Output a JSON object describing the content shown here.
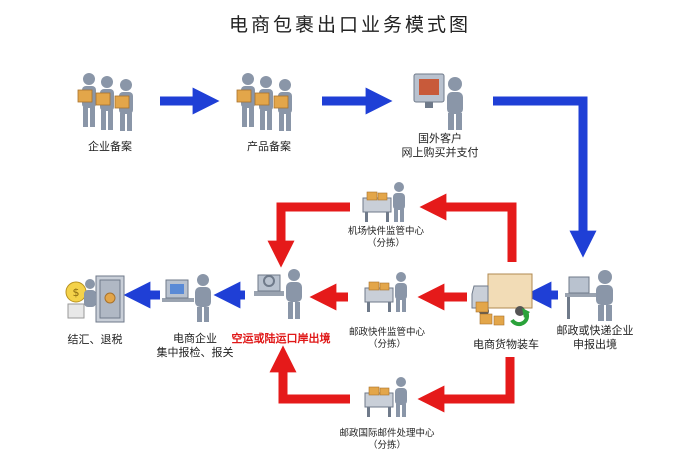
{
  "title": "电商包裹出口业务模式图",
  "colors": {
    "blue": "#1f3fd6",
    "red": "#e51a1a",
    "person": "#8a96a8",
    "box": "#e3a64a"
  },
  "nodes": {
    "company_filing": {
      "label": "企业备案",
      "icon": "people-with-boxes-icon"
    },
    "product_filing": {
      "label": "产品备案",
      "icon": "people-with-boxes-icon"
    },
    "foreign_customer": {
      "line1": "国外客户",
      "line2": "网上购买并支付",
      "icon": "person-at-computer-icon"
    },
    "postal_express": {
      "line1": "邮政或快递企业",
      "line2": "申报出境",
      "icon": "person-at-computer-icon"
    },
    "loading": {
      "label": "电商货物装车",
      "icon": "truck-icon"
    },
    "airport_center": {
      "line1": "机场快件监管中心",
      "line2": "（分拣）",
      "icon": "sorting-worker-icon"
    },
    "postal_center": {
      "line1": "邮政快件监管中心",
      "line2": "（分拣）",
      "icon": "sorting-worker-icon"
    },
    "intl_mail_center": {
      "line1": "邮政国际邮件处理中心",
      "line2": "（分拣）",
      "icon": "sorting-worker-icon"
    },
    "exit_port": {
      "label": "空运或陆运口岸出境",
      "icon": "inspection-officer-icon"
    },
    "centralized_report": {
      "line1": "电商企业",
      "line2": "集中报检、报关",
      "icon": "person-at-computer-icon"
    },
    "settlement": {
      "label": "结汇、退税",
      "icon": "safe-and-money-icon"
    }
  }
}
